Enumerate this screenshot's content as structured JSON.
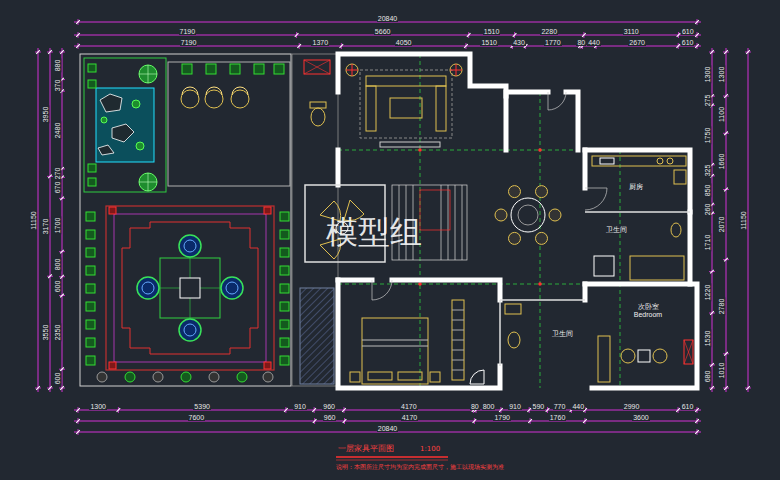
{
  "diagram": {
    "title": "一层家具平面图",
    "caption": "说明：本图所注尺寸均为室内完成面尺寸，施工以现场实测为准",
    "nodes": [
      {
        "text": [
          "厨房"
        ]
      },
      {
        "text": [
          "卫生间"
        ]
      },
      {
        "text": [
          "次卧室",
          "Bedroom"
        ]
      },
      {
        "text": [
          "卫生间"
        ]
      }
    ],
    "labels": [
      "20840",
      "7190",
      "5660",
      "1510",
      "2280",
      "3110",
      "610",
      "7190",
      "1370",
      "4050",
      "1510",
      "430",
      "1770",
      "80",
      "440",
      "2670",
      "610",
      "1300",
      "5390",
      "910",
      "960",
      "4170",
      "80",
      "800",
      "910",
      "590",
      "770",
      "440",
      "2990",
      "610",
      "7600",
      "960",
      "4170",
      "1790",
      "1760",
      "3600",
      "20840",
      "11150",
      "3950",
      "3170",
      "3550",
      "880",
      "370",
      "2480",
      "270",
      "670",
      "1700",
      "800",
      "600",
      "2350",
      "600",
      "11150",
      "1300",
      "1100",
      "1660",
      "2070",
      "2780",
      "1010",
      "1300",
      "275",
      "1750",
      "325",
      "850",
      "260",
      "1710",
      "1220",
      "1530",
      "680",
      "1:100",
      "模型组"
    ]
  }
}
